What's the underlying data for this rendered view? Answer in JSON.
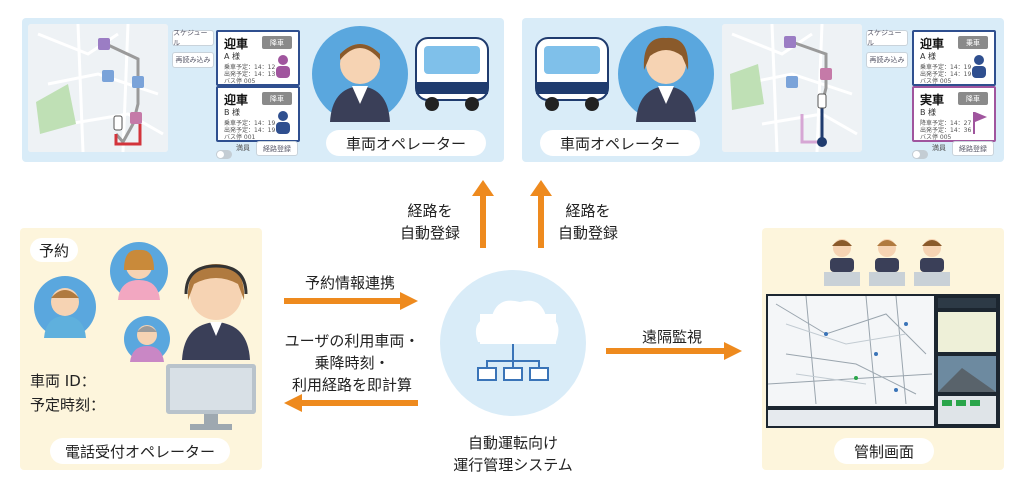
{
  "colors": {
    "panel_blue": "#d9ecf8",
    "panel_yellow": "#fdf5dc",
    "arrow_orange": "#ee8a1e",
    "route_red": "#d3343b",
    "route_gray": "#9a9a9a",
    "card_blue": "#2f4f8f",
    "card_purple": "#a0559e"
  },
  "vehicle_panels": {
    "left": {
      "label": "車両オペレーター",
      "buttons": [
        "スケジュール",
        "再読み込み"
      ],
      "toggle_label": "満員",
      "bottom_button": "経路登録",
      "cards": [
        {
          "title": "迎車",
          "sub": "A 様",
          "tag": "降車",
          "lines": [
            "乗車予定：14：12",
            "出発予定：14：13",
            "バス停 005"
          ]
        },
        {
          "title": "迎車",
          "sub": "B 様",
          "tag": "降車",
          "lines": [
            "乗車予定：14：19",
            "出発予定：14：19",
            "バス停 001"
          ]
        }
      ]
    },
    "right": {
      "label": "車両オペレーター",
      "buttons": [
        "スケジュール",
        "再読み込み"
      ],
      "toggle_label": "満員",
      "bottom_button": "経路登録",
      "cards": [
        {
          "title": "迎車",
          "sub": "A 様",
          "tag": "乗車",
          "lines": [
            "乗車予定：14：19",
            "出発予定：14：19",
            "バス停 005"
          ]
        },
        {
          "title": "実車",
          "sub": "B 様",
          "tag": "降車",
          "lines": [
            "降車予定：14：27",
            "出発予定：14：36",
            "バス停 005"
          ]
        }
      ]
    }
  },
  "reservation": {
    "tag": "予約",
    "vehicle_id": "車両 ID：",
    "scheduled_time": "予定時刻：",
    "label": "電話受付オペレーター"
  },
  "flows": {
    "route_register_left": [
      "経路を",
      "自動登録"
    ],
    "route_register_right": [
      "経路を",
      "自動登録"
    ],
    "reservation_link": "予約情報連携",
    "calc": [
      "ユーザの利用車両・",
      "乗降時刻・",
      "利用経路を即計算"
    ],
    "remote": "遠隔監視"
  },
  "system": {
    "label": [
      "自動運転向け",
      "運行管理システム"
    ]
  },
  "control": {
    "label": "管制画面"
  }
}
